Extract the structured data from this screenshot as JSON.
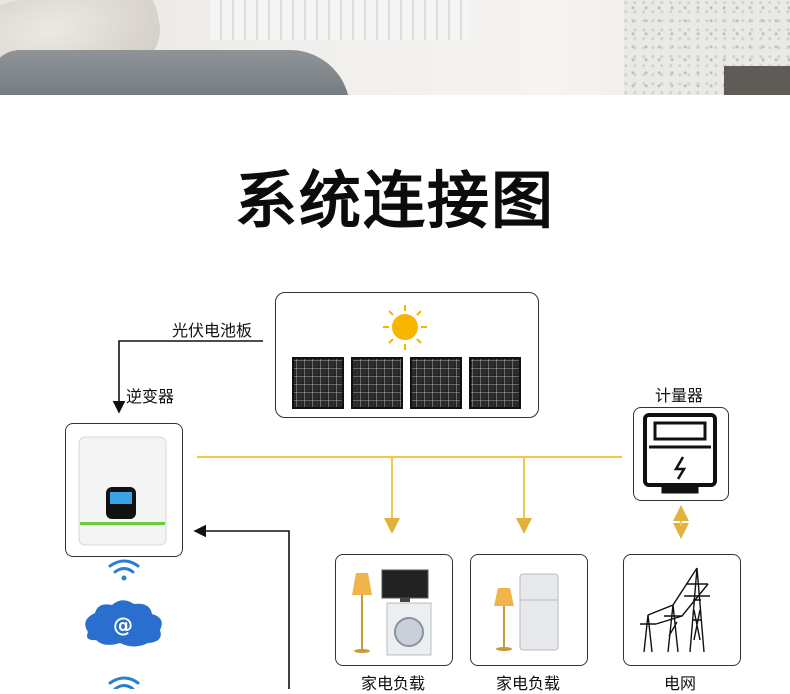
{
  "title": "系统连接图",
  "labels": {
    "solar_panel": "光伏电池板",
    "inverter": "逆变器",
    "meter": "计量器",
    "load_1": "家电负载",
    "load_2": "家电负载",
    "grid": "电网"
  },
  "icons": [
    "sun-icon",
    "solar-panel-icon",
    "inverter-device",
    "wifi-icon",
    "cloud-icon",
    "meter-icon",
    "lamp-icon",
    "tv-icon",
    "washing-machine-icon",
    "fridge-icon",
    "power-tower-icon"
  ],
  "colors": {
    "power_line": "#f2c74a",
    "sun": "#f7b500",
    "inverter_stripe": "#6ccb3a",
    "cloud": "#2a6fce"
  },
  "cloud_symbol": "@"
}
